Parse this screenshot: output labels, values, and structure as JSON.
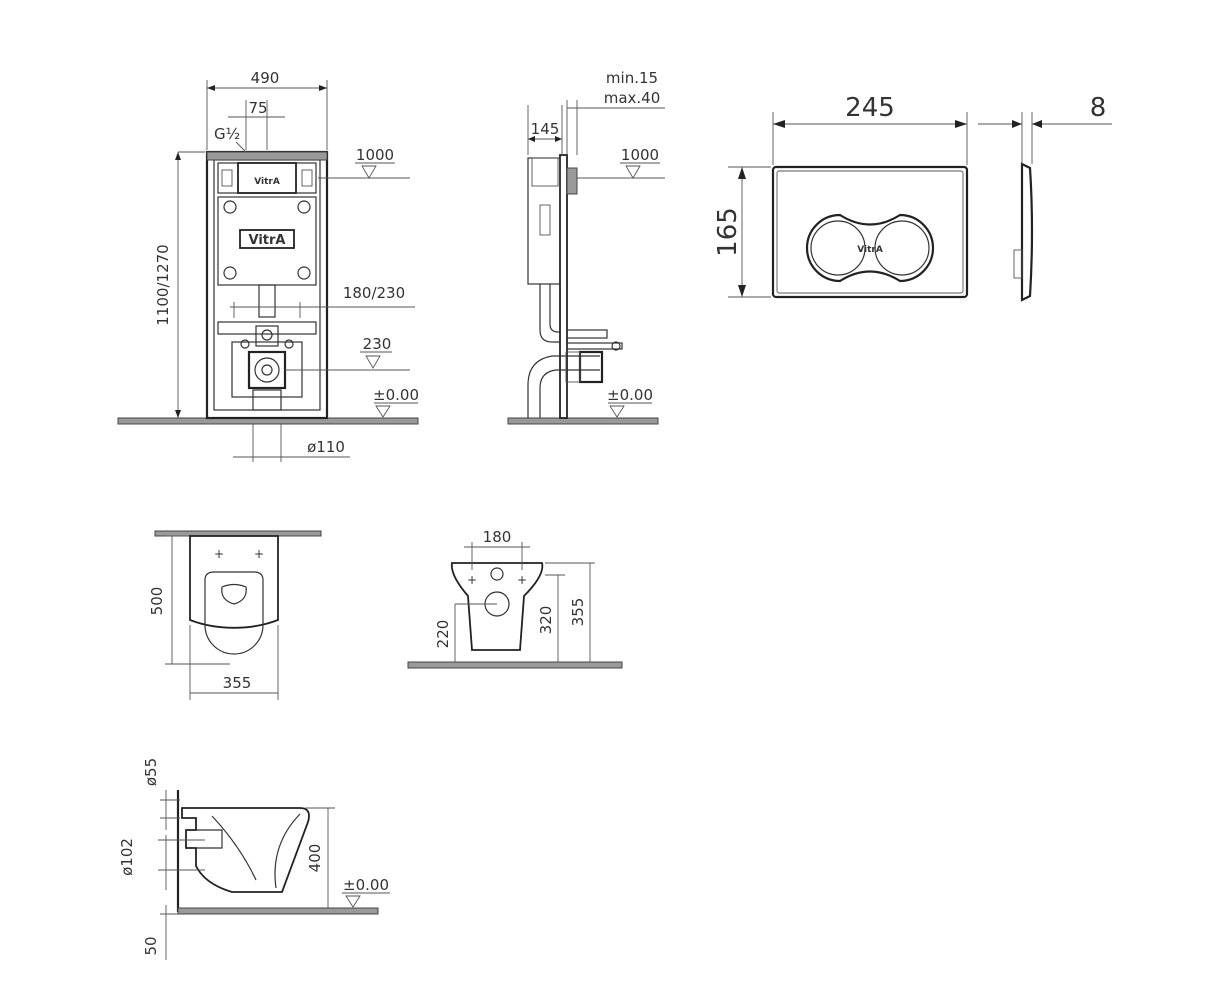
{
  "frame_front": {
    "width": "490",
    "offset": "75",
    "thread": "G½",
    "height": "1100/1270",
    "level": "1000",
    "bracket": "180/230",
    "outlet": "230",
    "floor": "±0.00",
    "pipe": "ø110",
    "brand": "VitrA",
    "brand_small": "VitrA"
  },
  "frame_side": {
    "depth": "145",
    "min": "min.15",
    "max": "max.40",
    "level": "1000",
    "floor": "±0.00"
  },
  "plate": {
    "width": "245",
    "thickness": "8",
    "height": "165",
    "brand": "VitrA"
  },
  "bowl_top": {
    "length": "500",
    "width": "355"
  },
  "bowl_front": {
    "spacing": "180",
    "h1": "220",
    "h2": "320",
    "h3": "355"
  },
  "bowl_side": {
    "inlet": "ø55",
    "outlet": "ø102",
    "height": "400",
    "floor": "±0.00",
    "gap": "50"
  }
}
